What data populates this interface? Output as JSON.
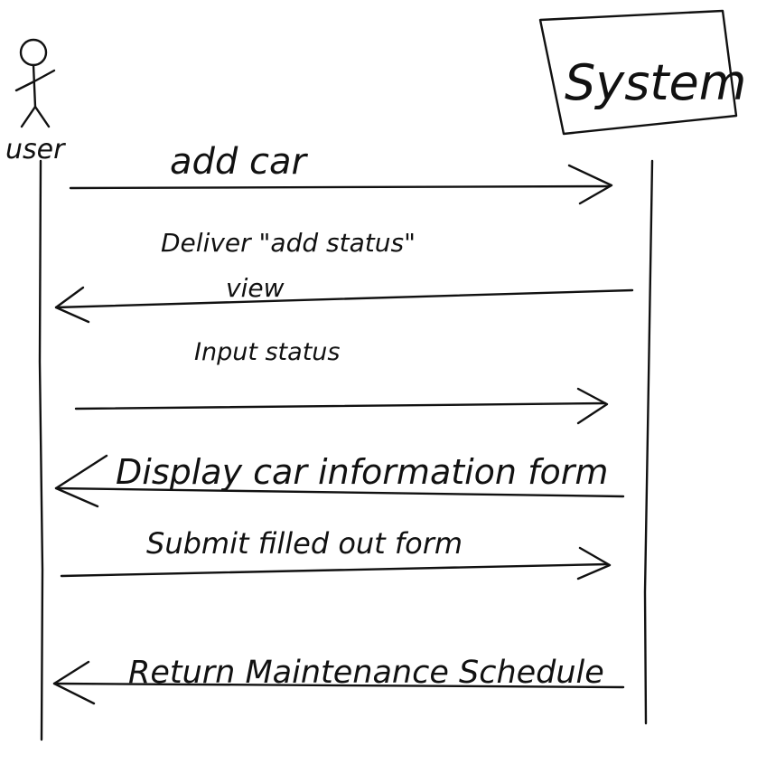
{
  "actors": {
    "user": {
      "label": "user"
    },
    "system": {
      "label": "System"
    }
  },
  "messages": [
    {
      "label": "add car",
      "direction": "user-to-system"
    },
    {
      "label": "Deliver \"add status\"",
      "label2": "view",
      "direction": "system-to-user"
    },
    {
      "label": "Input status",
      "direction": "user-to-system"
    },
    {
      "label": "Display car information form",
      "direction": "system-to-user"
    },
    {
      "label": "Submit filled out form",
      "direction": "user-to-system"
    },
    {
      "label": "Return Maintenance Schedule",
      "direction": "system-to-user"
    }
  ]
}
